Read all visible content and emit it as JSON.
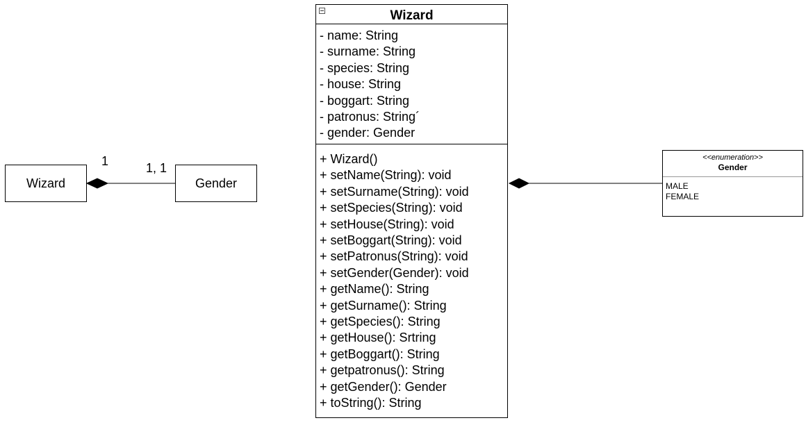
{
  "small_diagram": {
    "source_class": "Wizard",
    "target_class": "Gender",
    "source_multiplicity": "1",
    "target_multiplicity": "1, 1",
    "relationship": "composition"
  },
  "class": {
    "name": "Wizard",
    "attributes": [
      "- name: String",
      "- surname: String",
      "- species: String",
      "- house: String",
      "- boggart: String",
      "- patronus: String´",
      "- gender: Gender"
    ],
    "operations": [
      "+ Wizard()",
      "+ setName(String): void",
      "+ setSurname(String): void",
      "+ setSpecies(String): void",
      "+ setHouse(String): void",
      "+ setBoggart(String): void",
      "+ setPatronus(String): void",
      "+ setGender(Gender): void",
      "+ getName(): String",
      "+ getSurname(): String",
      "+ getSpecies(): String",
      "+ getHouse(): Srtring",
      "+ getBoggart(): String",
      "+ getpatronus(): String",
      "+ getGender(): Gender",
      "+ toString(): String"
    ]
  },
  "enumeration": {
    "stereotype": "<<enumeration>>",
    "name": "Gender",
    "literals": [
      "MALE",
      "FEMALE"
    ]
  },
  "relationships": [
    {
      "from": "Wizard",
      "to": "Gender",
      "type": "composition",
      "diamond_end": "Wizard"
    }
  ],
  "colors": {
    "stroke": "#000000",
    "background": "#ffffff",
    "divider": "#999999"
  }
}
